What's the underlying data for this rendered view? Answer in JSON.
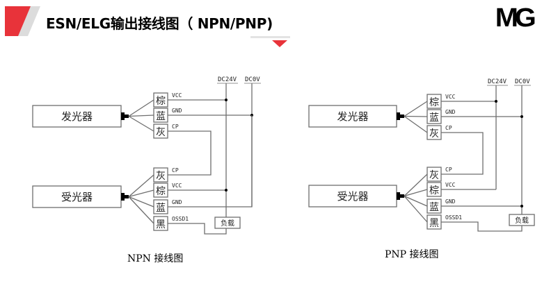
{
  "header": {
    "title": "ESN/ELG输出接线图（ NPN/PNP)",
    "logo": "MG",
    "accent_color": "#e8333a",
    "stripe_color": "#dcdcdc"
  },
  "diagrams": [
    {
      "id": "npn",
      "caption": "NPN 接线图",
      "power_labels": [
        "DC24V",
        "DC0V"
      ],
      "emitter": {
        "label": "发光器",
        "wires": [
          {
            "color": "棕",
            "signal": "VCC"
          },
          {
            "color": "蓝",
            "signal": "GND"
          },
          {
            "color": "灰",
            "signal": "CP"
          }
        ]
      },
      "receiver": {
        "label": "受光器",
        "wires": [
          {
            "color": "灰",
            "signal": "CP"
          },
          {
            "color": "棕",
            "signal": "VCC"
          },
          {
            "color": "蓝",
            "signal": "GND"
          },
          {
            "color": "黑",
            "signal": "OSSD1"
          }
        ]
      },
      "load_label": "负载"
    },
    {
      "id": "pnp",
      "caption": "PNP 接线图",
      "power_labels": [
        "DC24V",
        "DC0V"
      ],
      "emitter": {
        "label": "发光器",
        "wires": [
          {
            "color": "棕",
            "signal": "VCC"
          },
          {
            "color": "蓝",
            "signal": "GND"
          },
          {
            "color": "灰",
            "signal": "CP"
          }
        ]
      },
      "receiver": {
        "label": "受光器",
        "wires": [
          {
            "color": "灰",
            "signal": "CP"
          },
          {
            "color": "棕",
            "signal": "VCC"
          },
          {
            "color": "蓝",
            "signal": "GND"
          },
          {
            "color": "黑",
            "signal": "OSSD1"
          }
        ]
      },
      "load_label": "负载"
    }
  ]
}
